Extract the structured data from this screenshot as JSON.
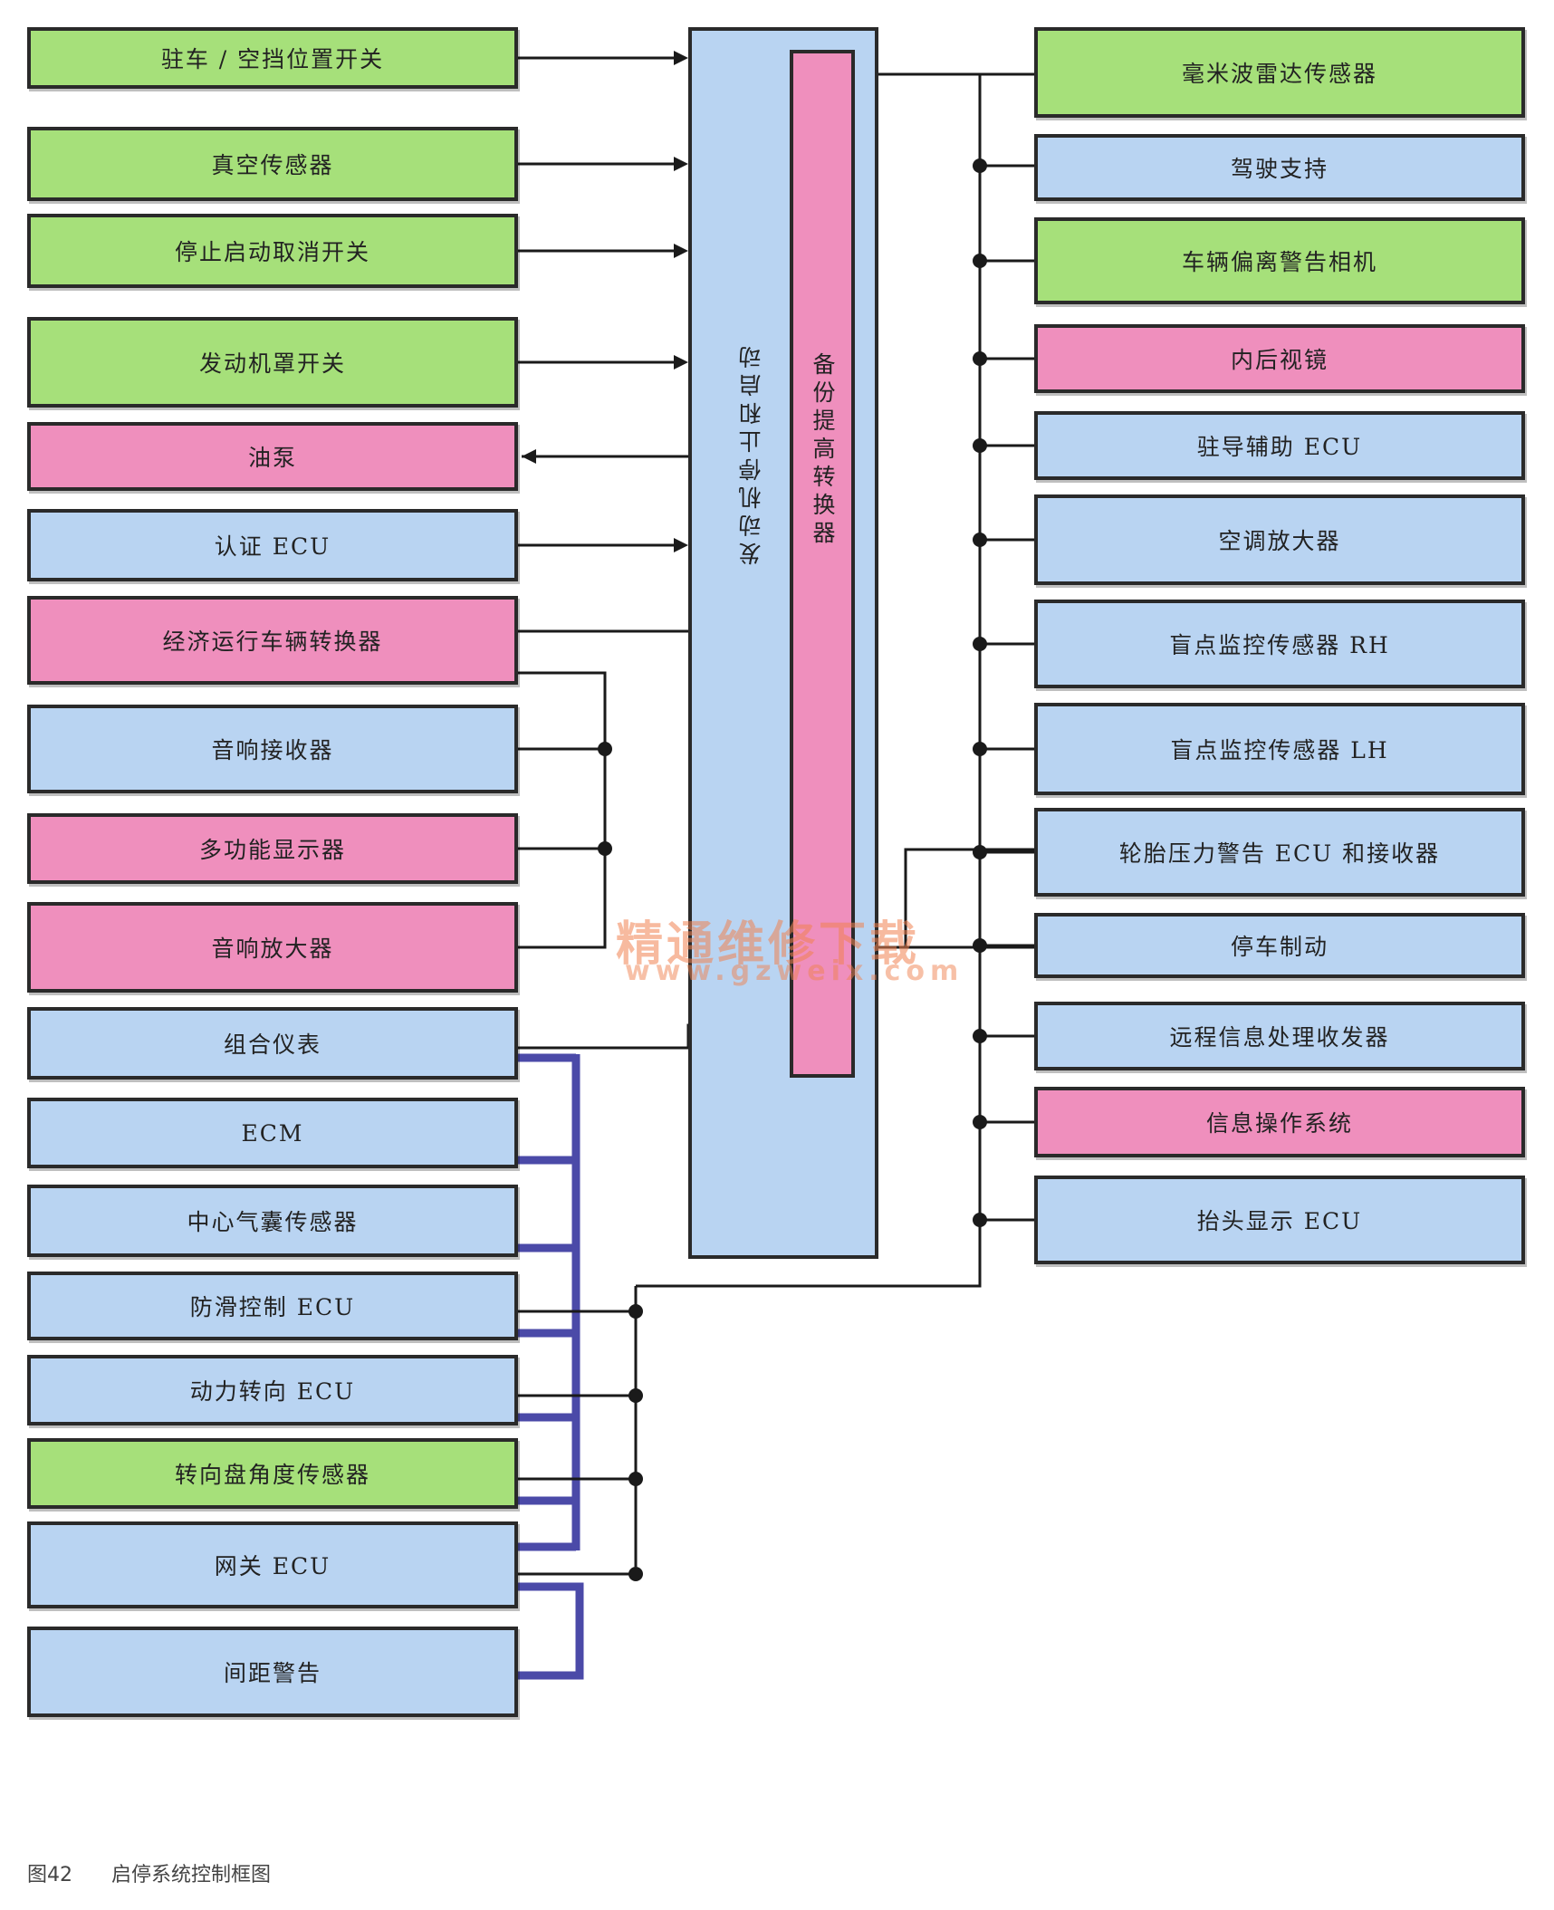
{
  "left_items": [
    {
      "label": "驻车 / 空挡位置开关",
      "color": "green"
    },
    {
      "label": "真空传感器",
      "color": "green"
    },
    {
      "label": "停止启动取消开关",
      "color": "green"
    },
    {
      "label": "发动机罩开关",
      "color": "green"
    },
    {
      "label": "油泵",
      "color": "pink"
    },
    {
      "label": "认证 ECU",
      "color": "blue"
    },
    {
      "label": "经济运行车辆转换器",
      "color": "pink"
    },
    {
      "label": "音响接收器",
      "color": "blue"
    },
    {
      "label": "多功能显示器",
      "color": "pink"
    },
    {
      "label": "音响放大器",
      "color": "pink"
    },
    {
      "label": "组合仪表",
      "color": "blue"
    },
    {
      "label": "ECM",
      "color": "blue"
    },
    {
      "label": "中心气囊传感器",
      "color": "blue"
    },
    {
      "label": "防滑控制 ECU",
      "color": "blue"
    },
    {
      "label": "动力转向 ECU",
      "color": "blue"
    },
    {
      "label": "转向盘角度传感器",
      "color": "green"
    },
    {
      "label": "网关 ECU",
      "color": "blue"
    },
    {
      "label": "间距警告",
      "color": "blue"
    }
  ],
  "right_items": [
    {
      "label": "毫米波雷达传感器",
      "color": "green"
    },
    {
      "label": "驾驶支持",
      "color": "blue"
    },
    {
      "label": "车辆偏离警告相机",
      "color": "green"
    },
    {
      "label": "内后视镜",
      "color": "pink"
    },
    {
      "label": "驻导辅助 ECU",
      "color": "blue"
    },
    {
      "label": "空调放大器",
      "color": "blue"
    },
    {
      "label": "盲点监控传感器 RH",
      "color": "blue"
    },
    {
      "label": "盲点监控传感器 LH",
      "color": "blue"
    },
    {
      "label": "轮胎压力警告 ECU 和接收器",
      "color": "blue"
    },
    {
      "label": "停车制动",
      "color": "blue"
    },
    {
      "label": "远程信息处理收发器",
      "color": "blue"
    },
    {
      "label": "信息操作系统",
      "color": "pink"
    },
    {
      "label": "抬头显示 ECU",
      "color": "blue"
    }
  ],
  "center": {
    "main_label": "发动机停止和启动",
    "backup_label": "备份提高转换器"
  },
  "watermark": {
    "text1": "精通维修下载",
    "text2": "www.gzweix.com"
  },
  "caption": {
    "number": "图42",
    "title": "启停系统控制框图"
  },
  "colors": {
    "green": "#a6e07a",
    "blue": "#b9d4f2",
    "pink": "#ef8fbd",
    "line": "#1a1a1a",
    "bus": "#4b4aa8"
  }
}
